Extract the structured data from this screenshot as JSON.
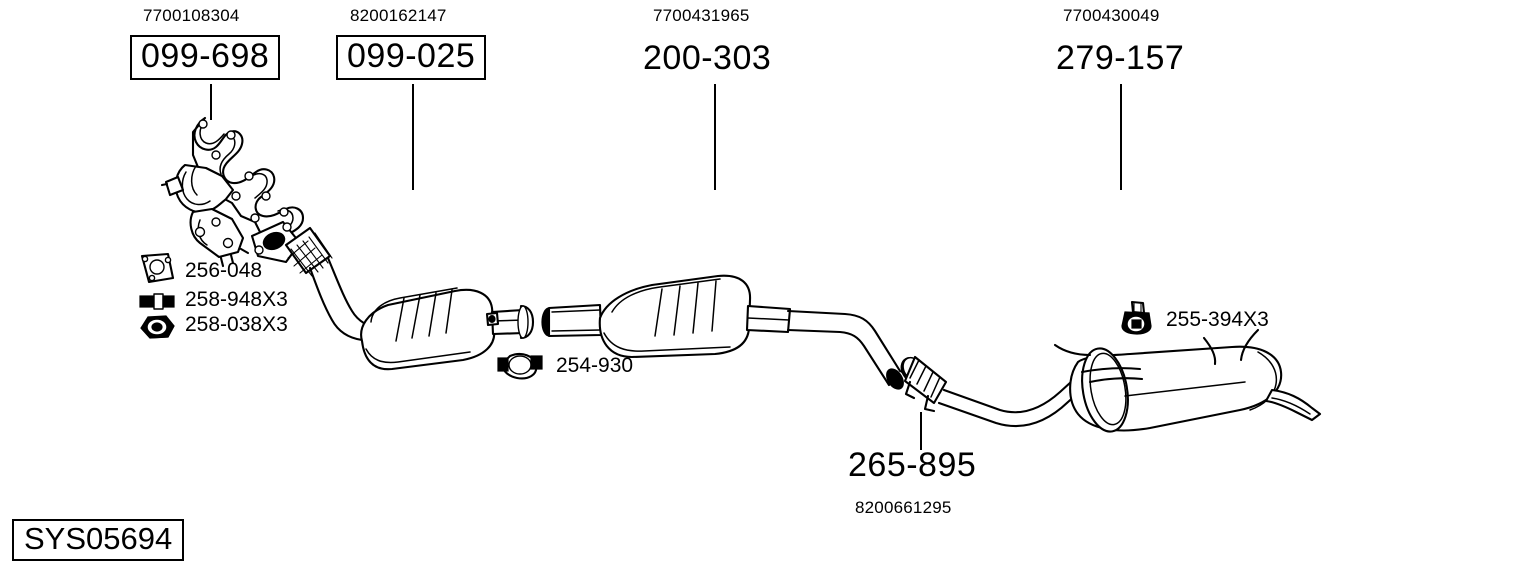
{
  "diagram": {
    "system_code": "SYS05694",
    "title_parts": [
      {
        "oem": "7700108304",
        "part": "099-698",
        "boxed": true
      },
      {
        "oem": "8200162147",
        "part": "099-025",
        "boxed": true
      },
      {
        "oem": "7700431965",
        "part": "200-303",
        "boxed": false
      },
      {
        "oem": "7700430049",
        "part": "279-157",
        "boxed": false
      }
    ],
    "bottom_part": {
      "part": "265-895",
      "oem": "8200661295"
    },
    "small_parts_left": [
      {
        "label": "256-048",
        "icon": "triangular-gasket-icon"
      },
      {
        "label": "258-948X3",
        "icon": "stud-bolt-icon"
      },
      {
        "label": "258-038X3",
        "icon": "hex-nut-icon"
      }
    ],
    "clamp_part": {
      "label": "254-930",
      "icon": "exhaust-clamp-icon"
    },
    "hanger_part": {
      "label": "255-394X3",
      "icon": "rubber-hanger-icon"
    },
    "components": {
      "manifold": "exhaust-manifold",
      "front_pipe": "flex-front-pipe",
      "catalytic_converter": "catalytic-converter",
      "centre_silencer": "centre-silencer",
      "intermediate_pipe": "intermediate-pipe",
      "bellows_connector": "bellows-connector",
      "rear_muffler": "rear-muffler",
      "tailpipe": "tailpipe"
    },
    "colors": {
      "line": "#000000",
      "background": "#ffffff"
    }
  }
}
